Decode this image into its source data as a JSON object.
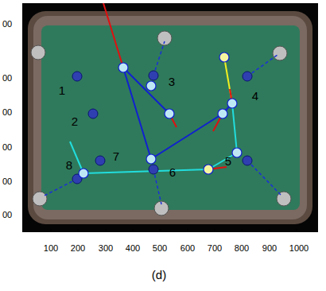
{
  "diagram": {
    "caption": "(d)",
    "labels": [
      "1",
      "2",
      "3",
      "4",
      "5",
      "6",
      "7",
      "8",
      "100",
      "200",
      "300",
      "400",
      "500",
      "600",
      "700",
      "800",
      "900",
      "1000",
      "00",
      "00",
      "00",
      "00",
      "00",
      "00"
    ]
  }
}
